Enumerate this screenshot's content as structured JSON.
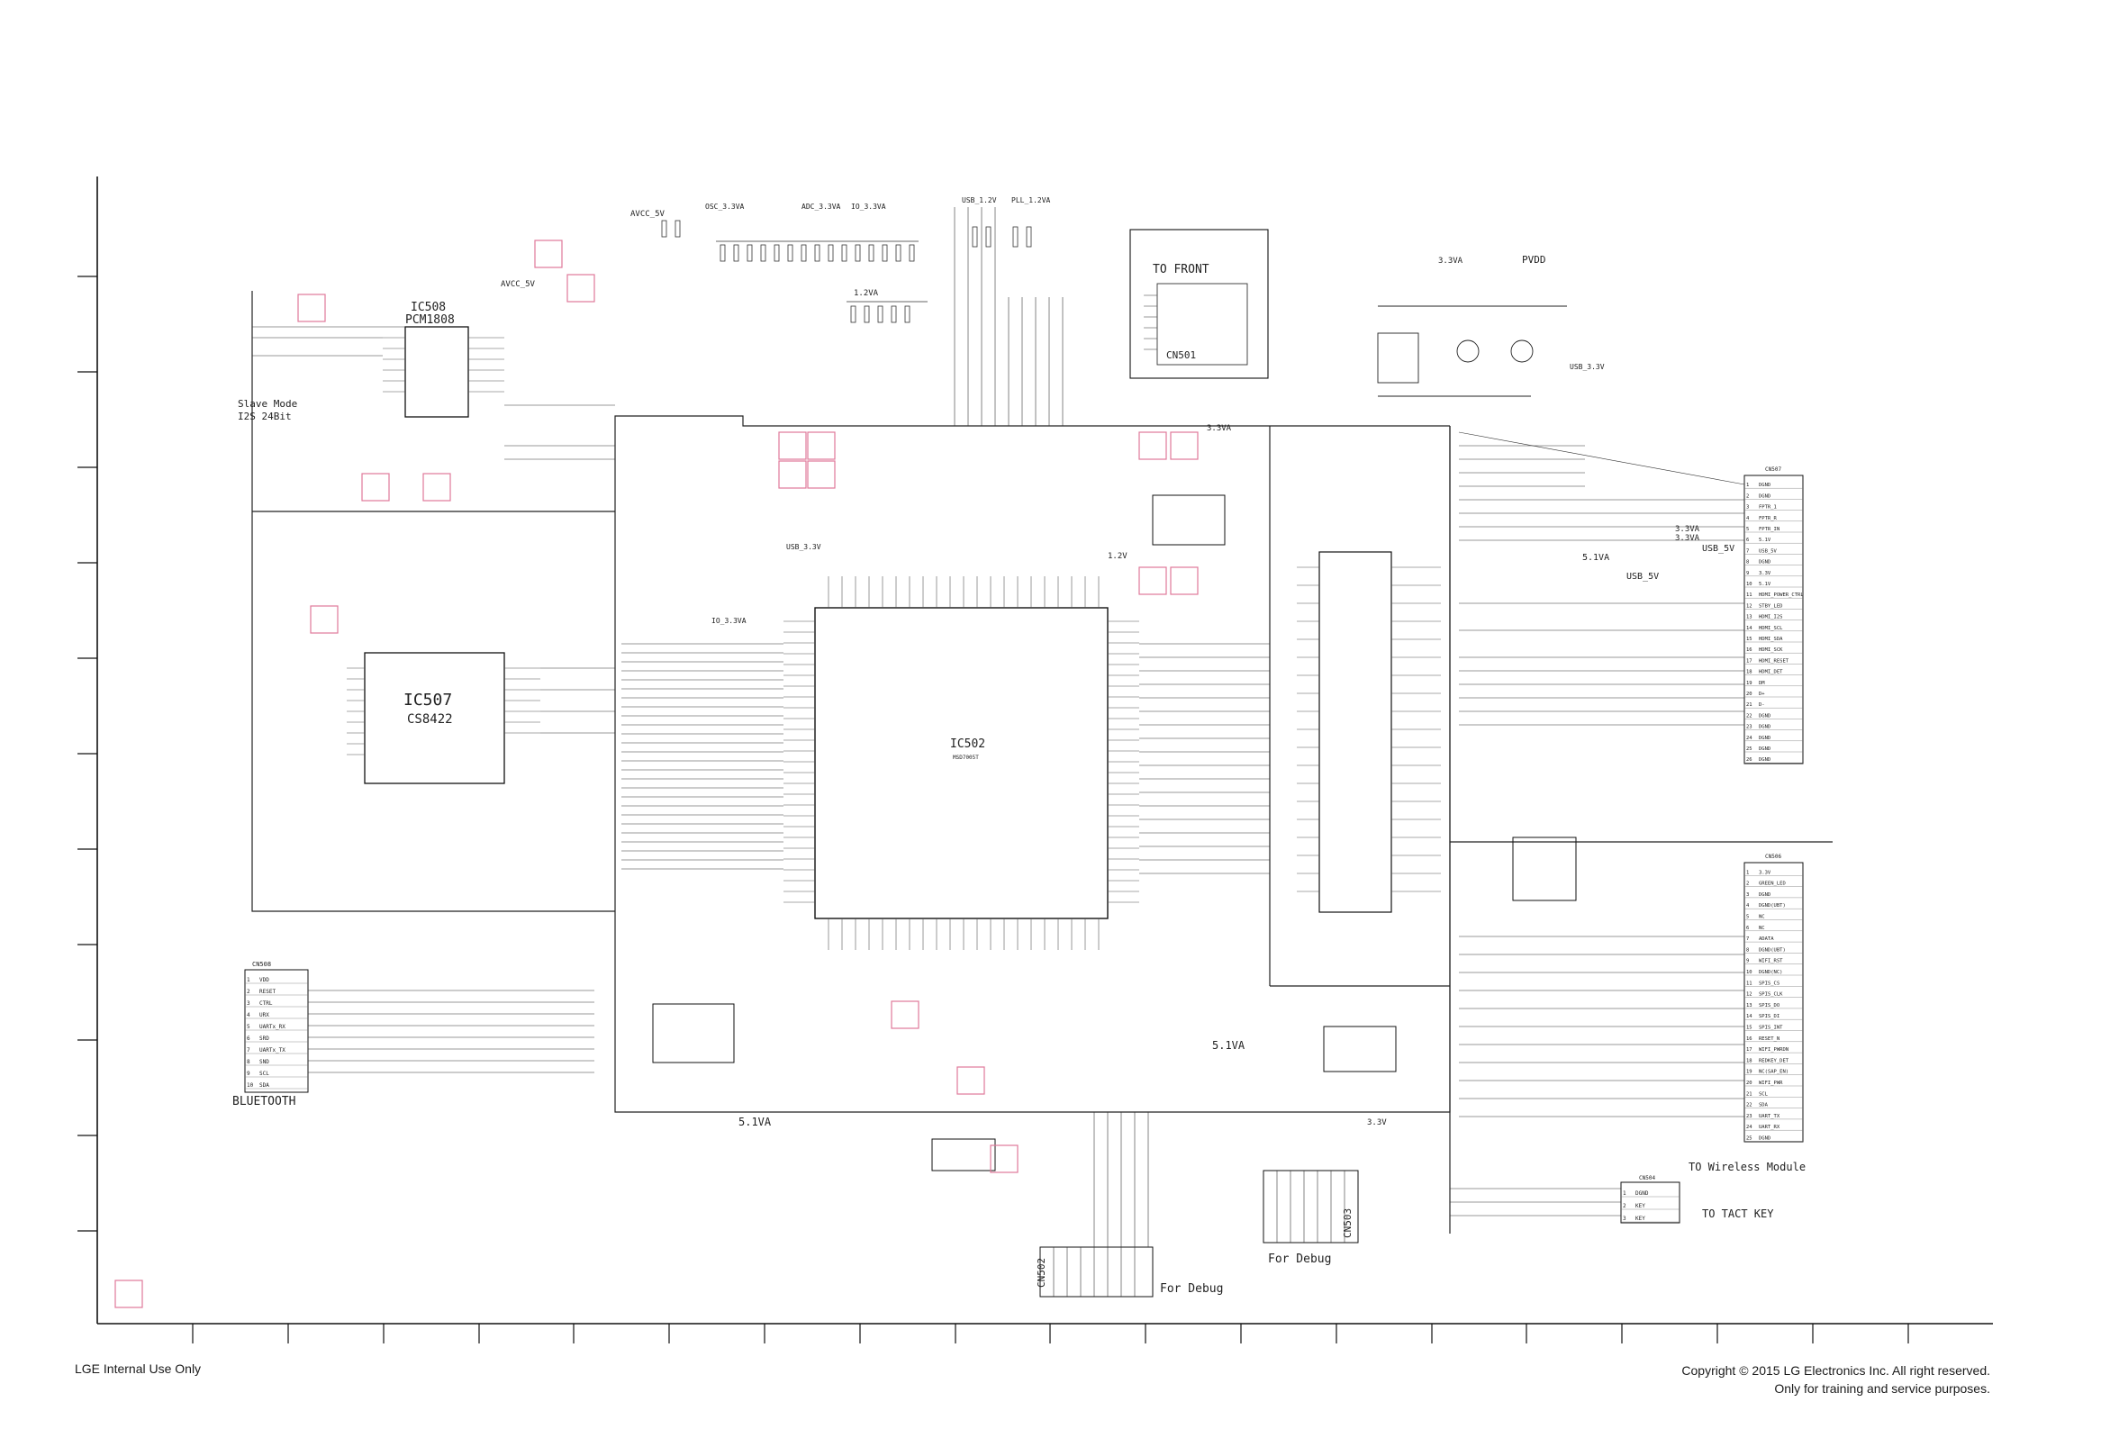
{
  "footer": {
    "internal": "LGE Internal Use Only",
    "copyright": "Copyright © 2015 LG Electronics Inc. All right reserved.",
    "training": "Only for training and service purposes."
  },
  "ics": {
    "ic502": {
      "ref": "IC502",
      "part": "MSD7005T"
    },
    "ic507": {
      "ref": "IC507",
      "part": "CS8422"
    },
    "ic508": {
      "ref": "IC508",
      "part": "PCM1808"
    },
    "ic501": {
      "ref": "CN501"
    }
  },
  "connectors": {
    "cn508": {
      "ref": "CN508",
      "pins": [
        "VDD",
        "RESET",
        "CTRL",
        "URX",
        "UARTx_RX",
        "SRD",
        "UARTx_TX",
        "SND",
        "SCL",
        "SDA"
      ]
    },
    "cn507": {
      "ref": "CN507",
      "pins": [
        "DGND",
        "DGND",
        "FPTR_1",
        "FPTR_R",
        "FPTR_IN",
        "5.1V",
        "USB_5V",
        "DGND",
        "3.3V",
        "5.1V",
        "HDMI_POWER_CTRL",
        "STBY_LED",
        "HDMI_I2S",
        "HDMI_SCL",
        "HDMI_SDA",
        "HDMI_SCK",
        "HDMI_RESET",
        "HDMI_DET",
        "DM",
        "D+",
        "D-",
        "DGND",
        "DGND",
        "DGND",
        "DGND",
        "DGND"
      ]
    },
    "cn506": {
      "ref": "CN506",
      "pins": [
        "3.3V",
        "GREEN_LED",
        "DGND",
        "DGND(UBT)",
        "NC",
        "NC",
        "ADATA",
        "DGND(UBT)",
        "WIFI_RST",
        "DGND(NC)",
        "SPIS_CS",
        "SPIS_CLK",
        "SPIS_DO",
        "SPIS_DI",
        "SPIS_INT",
        "RESET_N",
        "WIFI_PWRDN",
        "REDKEY_DET",
        "NC(SAP_EN)",
        "WIFI_PWR",
        "SCL",
        "SDA",
        "UART_TX",
        "UART_RX",
        "DGND"
      ]
    },
    "cn504": {
      "ref": "CN504",
      "pins": [
        "DGND",
        "KEY",
        "KEY"
      ]
    },
    "cn502": {
      "ref": "CN502"
    },
    "cn503": {
      "ref": "CN503"
    }
  },
  "labels": {
    "to_front": "TO FRONT",
    "slave_mode": "Slave Mode",
    "i2s_24bit": "I2S 24Bit",
    "bluetooth": "BLUETOOTH",
    "for_debug_1": "For Debug",
    "for_debug_2": "For Debug",
    "to_wireless": "TO Wireless Module",
    "to_tact": "TO TACT KEY",
    "pvdd": "PVDD",
    "avcc_5v_1": "AVCC_5V",
    "avcc_5v_2": "AVCC_5V",
    "v33a_1": "3.3VA",
    "v33a_2": "3.3VA",
    "v33a_3": "3.3VA",
    "v33v_1": "3.3V",
    "v51va_1": "5.1VA",
    "v51va_2": "5.1VA",
    "v51va_3": "5.1VA",
    "usb_5v_1": "USB_5V",
    "usb_5v_2": "USB_5V",
    "usb_33v": "USB_3.3V",
    "usb_33v_2": "USB_3.3V",
    "usb_12v": "USB_1.2V",
    "pll_12va": "PLL_1.2VA",
    "v12va": "1.2VA",
    "v12v": "1.2V",
    "io_33va": "IO_3.3VA",
    "osc_33va": "OSC_3.3VA",
    "adc_33va": "ADC_3.3VA",
    "io_33va_2": "IO_3.3VA",
    "v33va_top": "3.3VA"
  }
}
